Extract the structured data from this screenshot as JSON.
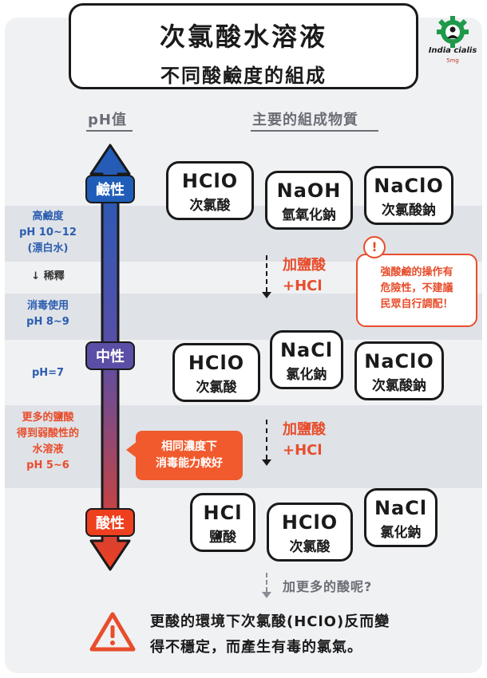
{
  "title": {
    "main": "次氯酸水溶液",
    "sub": "不同酸鹼度的組成"
  },
  "logo": {
    "text": "India cialis",
    "sub": "5mg",
    "color": "#1f9a4a"
  },
  "columns": {
    "ph": "pH值",
    "composition": "主要的組成物質"
  },
  "axis": {
    "alkaline": "鹼性",
    "neutral": "中性",
    "acidic": "酸性",
    "colors": {
      "top": "#1f5db8",
      "middle": "#5b4ea6",
      "bottom": "#ee3f1e"
    }
  },
  "side_labels": {
    "high_alkaline": [
      "高鹼度",
      "pH 10~12",
      "(漂白水)"
    ],
    "dilute": "↓ 稀釋",
    "disinfect": [
      "消毒使用",
      "pH 8~9"
    ],
    "neutral_ph": "pH=7",
    "weak_acid": [
      "更多的鹽酸",
      "得到弱酸性的",
      "水溶液",
      "pH 5~6"
    ]
  },
  "rows": {
    "alkaline": [
      {
        "formula": "HClO",
        "name": "次氯酸"
      },
      {
        "formula": "NaOH",
        "name": "氫氧化鈉"
      },
      {
        "formula": "NaClO",
        "name": "次氯酸鈉"
      }
    ],
    "neutral": [
      {
        "formula": "HClO",
        "name": "次氯酸"
      },
      {
        "formula": "NaCl",
        "name": "氯化鈉"
      },
      {
        "formula": "NaClO",
        "name": "次氯酸鈉"
      }
    ],
    "acidic": [
      {
        "formula": "HCl",
        "name": "鹽酸"
      },
      {
        "formula": "HClO",
        "name": "次氯酸"
      },
      {
        "formula": "NaCl",
        "name": "氯化鈉"
      }
    ]
  },
  "add_acid": [
    "加鹽酸",
    "+HCl"
  ],
  "warning_box": [
    "強酸鹼的操作有",
    "危險性，不建議",
    "民眾自行調配！"
  ],
  "callout": [
    "相同濃度下",
    "消毒能力較好"
  ],
  "question": "加更多的酸呢?",
  "bottom": [
    "更酸的環境下次氯酸(HClO)反而變",
    "得不穩定，而產生有毒的氯氣。"
  ],
  "colors": {
    "accent": "#e84d2c",
    "blue": "#2a5db0",
    "panel": "#f0f1f3",
    "band": "#dfe2e7"
  }
}
